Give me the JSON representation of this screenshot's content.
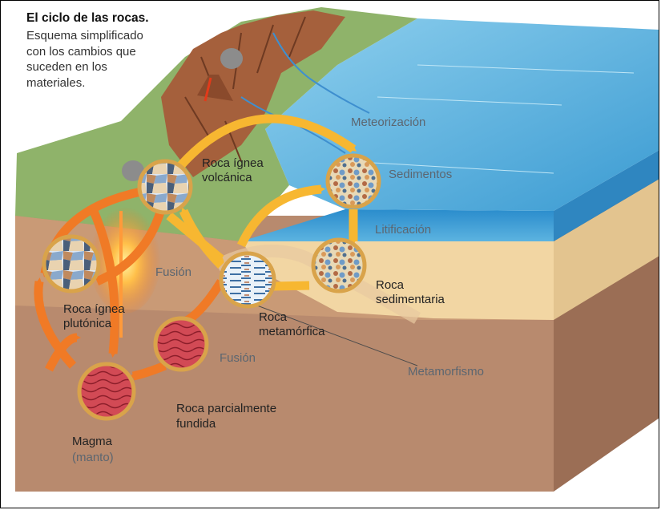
{
  "title": "El ciclo de las rocas.",
  "subtitle": "Esquema simplificado con los cambios que suceden en los materiales.",
  "labels": {
    "meteorizacion": "Meteorización",
    "sedimentos": "Sedimentos",
    "litificacion": "Litificación",
    "roca_sedimentaria": "Roca sedimentaria",
    "roca_ignea_volcanica": "Roca ígnea volcánica",
    "roca_ignea_plutonica": "Roca ígnea plutónica",
    "roca_metamorfica": "Roca metamórfica",
    "metamorfismo": "Metamorfismo",
    "fusion_1": "Fusión",
    "fusion_2": "Fusión",
    "roca_parcialmente_fundida": "Roca parcialmente fundida",
    "magma": "Magma",
    "manto": "(manto)"
  },
  "colors": {
    "ocean": "#4aa9d8",
    "mountains": "#a5603c",
    "sand_layer": "#f2d6a3",
    "crust": "#b88a6e",
    "magma": "#e3603c",
    "arrow_yellow": "#f7b731",
    "arrow_orange": "#f07a26"
  }
}
